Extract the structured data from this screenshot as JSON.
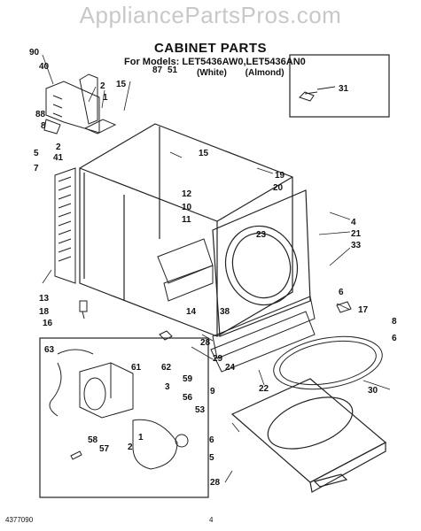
{
  "watermark": "AppliancePartsPros.com",
  "title": "CABINET PARTS",
  "models": "For Models: LET5436AW0,LET5436AN0",
  "color_white": "(White)",
  "color_almond": "(Almond)",
  "footer_code": "4377090",
  "page_number": "4",
  "callouts": [
    "90",
    "40",
    "87",
    "51",
    "15",
    "2",
    "1",
    "88",
    "8",
    "2",
    "41",
    "5",
    "7",
    "15",
    "19",
    "20",
    "12",
    "10",
    "11",
    "4",
    "21",
    "23",
    "33",
    "13",
    "18",
    "16",
    "14",
    "38",
    "6",
    "17",
    "8",
    "28",
    "29",
    "63",
    "61",
    "62",
    "3",
    "59",
    "56",
    "53",
    "58",
    "57",
    "2",
    "1",
    "9",
    "24",
    "22",
    "30",
    "6",
    "6",
    "5",
    "28",
    "31"
  ]
}
